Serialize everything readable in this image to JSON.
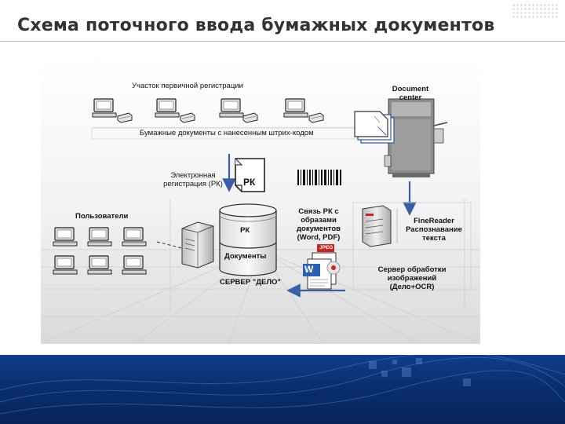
{
  "slide": {
    "title": "Схема поточного ввода бумажных документов"
  },
  "diagram": {
    "registration_area": "Участок первичной регистрации",
    "paper_documents": "Бумажные документы с нанесенным штрих-кодом",
    "document_center": [
      "Document",
      "center"
    ],
    "electronic_registration": [
      "Электронная",
      "регистрация (РК)"
    ],
    "rk_card": "РК",
    "users": "Пользователи",
    "db_top": "РК",
    "db_bottom": "Документы",
    "server_delo": "СЕРВЕР \"ДЕЛО\"",
    "link_rk": [
      "Связь РК с",
      "образами",
      "документов",
      "(Word, PDF)"
    ],
    "jpeg_label": "JPEG",
    "word_icon_letter": "W",
    "finereader": [
      "FineReader",
      "Распознавание",
      "текста"
    ],
    "image_server": [
      "Сервер обработки",
      "изображений",
      "(Дело+OCR)"
    ]
  },
  "colors": {
    "title_text": "#333333",
    "arrow_blue": "#3a5fa8",
    "band_blue": "#0a2f6e",
    "pdf_red": "#cc2222",
    "word_blue": "#2b5fb3"
  }
}
